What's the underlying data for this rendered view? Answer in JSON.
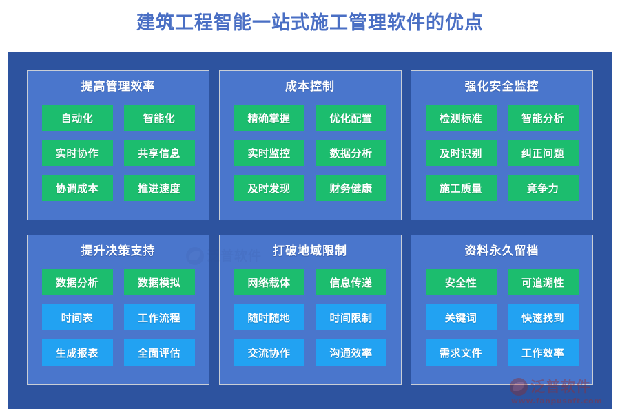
{
  "page": {
    "title": "建筑工程智能一站式施工管理软件的优点",
    "title_color": "#4a6fc4",
    "background": "#ffffff",
    "board_color": "#2d539f",
    "panel_color": "#4a76cc",
    "tag_green": "#1cbd6e",
    "tag_blue": "#22a2f2"
  },
  "panels": [
    {
      "title": "提高管理效率",
      "tags": [
        {
          "label": "自动化",
          "color": "green"
        },
        {
          "label": "智能化",
          "color": "green"
        },
        {
          "label": "实时协作",
          "color": "green"
        },
        {
          "label": "共享信息",
          "color": "green"
        },
        {
          "label": "协调成本",
          "color": "green"
        },
        {
          "label": "推进速度",
          "color": "green"
        }
      ]
    },
    {
      "title": "成本控制",
      "tags": [
        {
          "label": "精确掌握",
          "color": "green"
        },
        {
          "label": "优化配置",
          "color": "green"
        },
        {
          "label": "实时监控",
          "color": "green"
        },
        {
          "label": "数据分析",
          "color": "green"
        },
        {
          "label": "及时发现",
          "color": "green"
        },
        {
          "label": "财务健康",
          "color": "green"
        }
      ]
    },
    {
      "title": "强化安全监控",
      "tags": [
        {
          "label": "检测标准",
          "color": "green"
        },
        {
          "label": "智能分析",
          "color": "green"
        },
        {
          "label": "及时识别",
          "color": "green"
        },
        {
          "label": "纠正问题",
          "color": "green"
        },
        {
          "label": "施工质量",
          "color": "green"
        },
        {
          "label": "竞争力",
          "color": "green"
        }
      ]
    },
    {
      "title": "提升决策支持",
      "tags": [
        {
          "label": "数据分析",
          "color": "green"
        },
        {
          "label": "数据模拟",
          "color": "green"
        },
        {
          "label": "时间表",
          "color": "blue"
        },
        {
          "label": "工作流程",
          "color": "blue"
        },
        {
          "label": "生成报表",
          "color": "blue"
        },
        {
          "label": "全面评估",
          "color": "blue"
        }
      ]
    },
    {
      "title": "打破地域限制",
      "tags": [
        {
          "label": "网络载体",
          "color": "green"
        },
        {
          "label": "信息传递",
          "color": "green"
        },
        {
          "label": "随时随地",
          "color": "blue"
        },
        {
          "label": "时间限制",
          "color": "blue"
        },
        {
          "label": "交流协作",
          "color": "blue"
        },
        {
          "label": "沟通效率",
          "color": "blue"
        }
      ]
    },
    {
      "title": "资料永久留档",
      "tags": [
        {
          "label": "安全性",
          "color": "green"
        },
        {
          "label": "可追溯性",
          "color": "green"
        },
        {
          "label": "关键词",
          "color": "blue"
        },
        {
          "label": "快速找到",
          "color": "blue"
        },
        {
          "label": "需求文件",
          "color": "blue"
        },
        {
          "label": "工作效率",
          "color": "blue"
        }
      ]
    }
  ],
  "logo": {
    "name": "泛普软件",
    "url": "www.fanpusoft.com",
    "color": "#9b2d2d"
  }
}
